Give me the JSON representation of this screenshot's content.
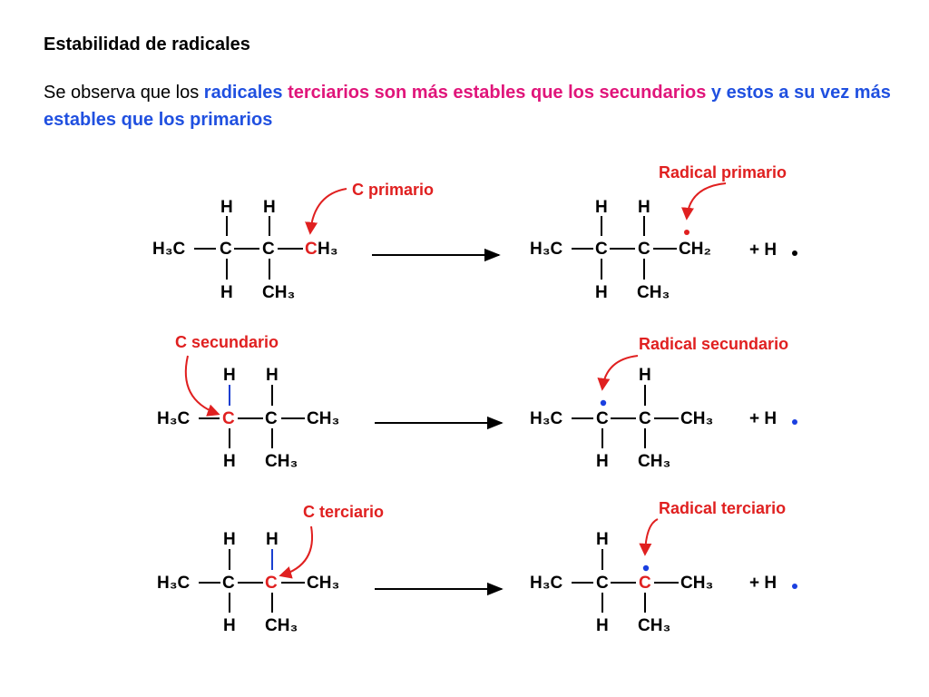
{
  "title": "Estabilidad de radicales",
  "intro": {
    "part1": "Se observa que los ",
    "part2": "radicales",
    "part3": " terciarios son más estables que los secundarios",
    "part4": " y estos a su vez más estables que los primarios"
  },
  "colors": {
    "black": "#000000",
    "red": "#e02020",
    "blue": "#2050e0",
    "pink": "#e0157a",
    "bond_blue": "#1a3fd0",
    "dot_blue": "#1a3fe0"
  },
  "atoms": {
    "H": "H",
    "C": "C",
    "H3C": "H₃C",
    "CH3": "CH₃",
    "CH2": "CH₂",
    "plusH": "+ H"
  },
  "rows": [
    {
      "label_left": "C primario",
      "label_right": "Radical primario"
    },
    {
      "label_left": "C secundario",
      "label_right": "Radical secundario"
    },
    {
      "label_left": "C terciario",
      "label_right": "Radical terciario"
    }
  ]
}
